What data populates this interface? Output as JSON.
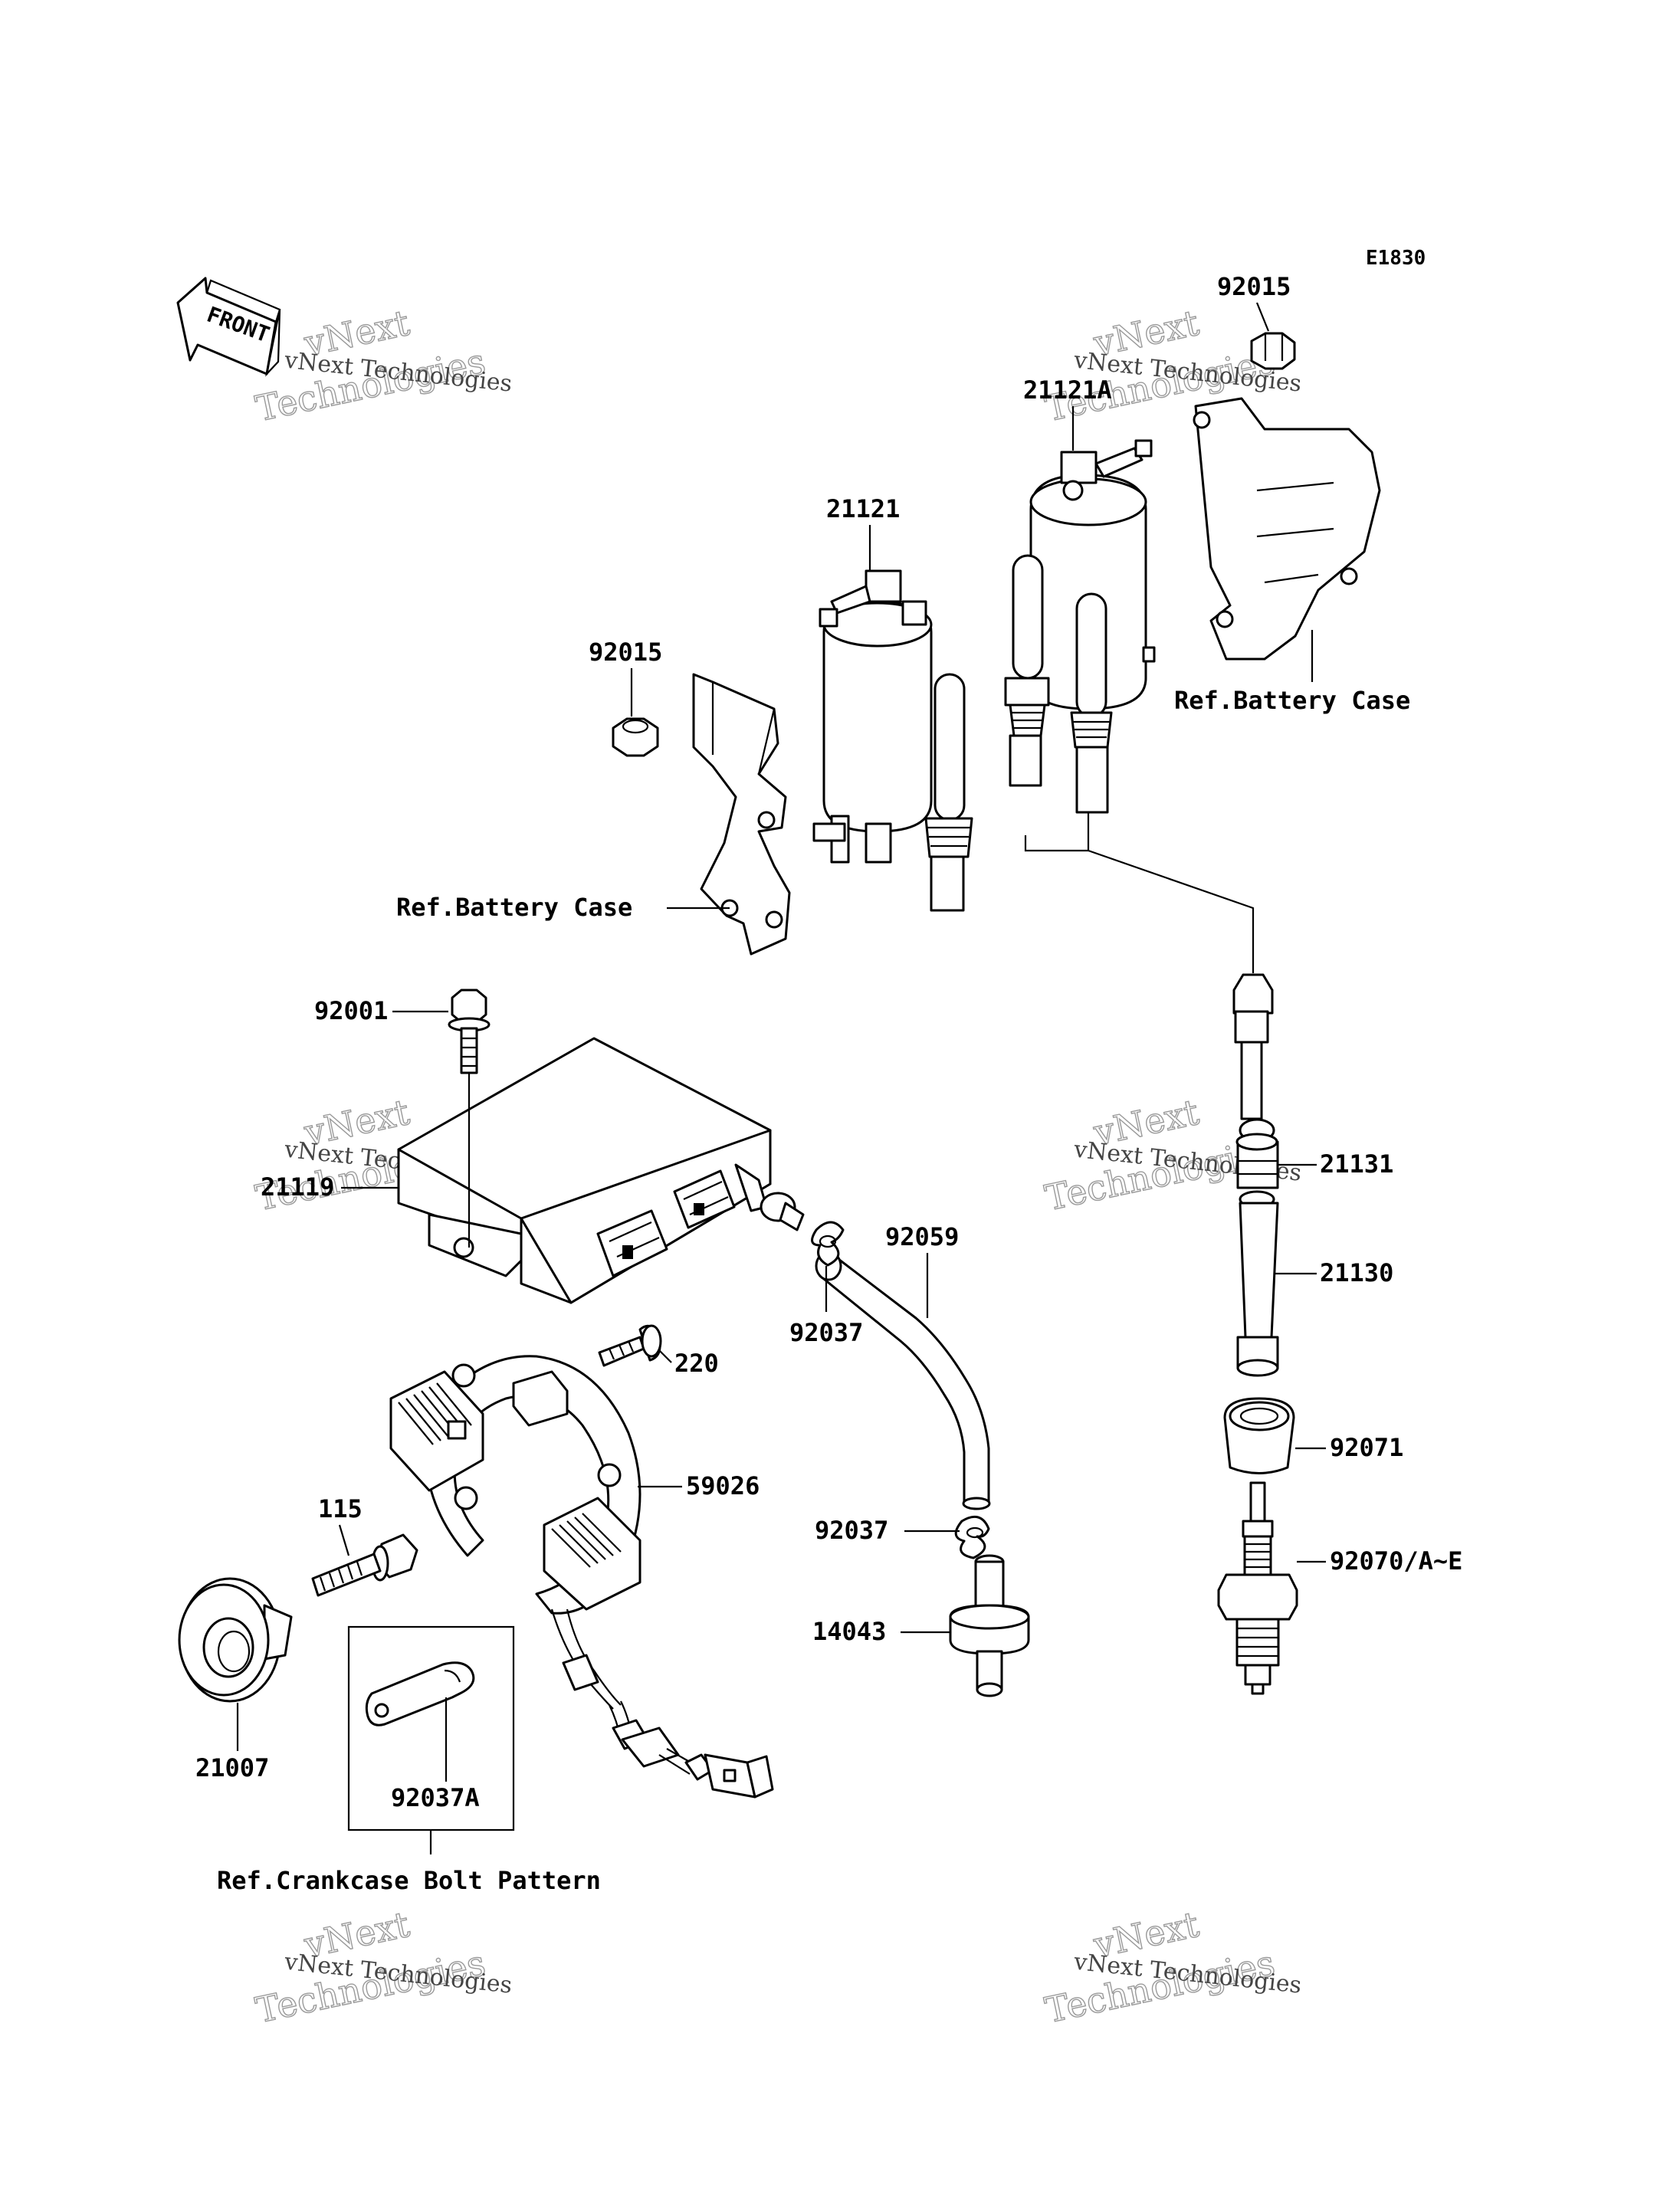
{
  "diagram_code": "E1830",
  "front_label": "FRONT",
  "callouts": {
    "p92015_top": "92015",
    "p21121A": "21121A",
    "p21121": "21121",
    "p92015_left": "92015",
    "ref_battery_case_right": "Ref.Battery Case",
    "ref_battery_case_left": "Ref.Battery Case",
    "p92001": "92001",
    "p21119": "21119",
    "p92059": "92059",
    "p92037_upper": "92037",
    "p21131": "21131",
    "p21130": "21130",
    "p220": "220",
    "p92071": "92071",
    "p59026": "59026",
    "p115": "115",
    "p92037_lower": "92037",
    "p92070": "92070/A~E",
    "p14043": "14043",
    "p21007": "21007",
    "p92037A": "92037A",
    "ref_crankcase": "Ref.Crankcase Bolt Pattern"
  },
  "watermark": {
    "line1": "vNext",
    "line2": "vNext Technologies",
    "line3": "Technologies"
  }
}
